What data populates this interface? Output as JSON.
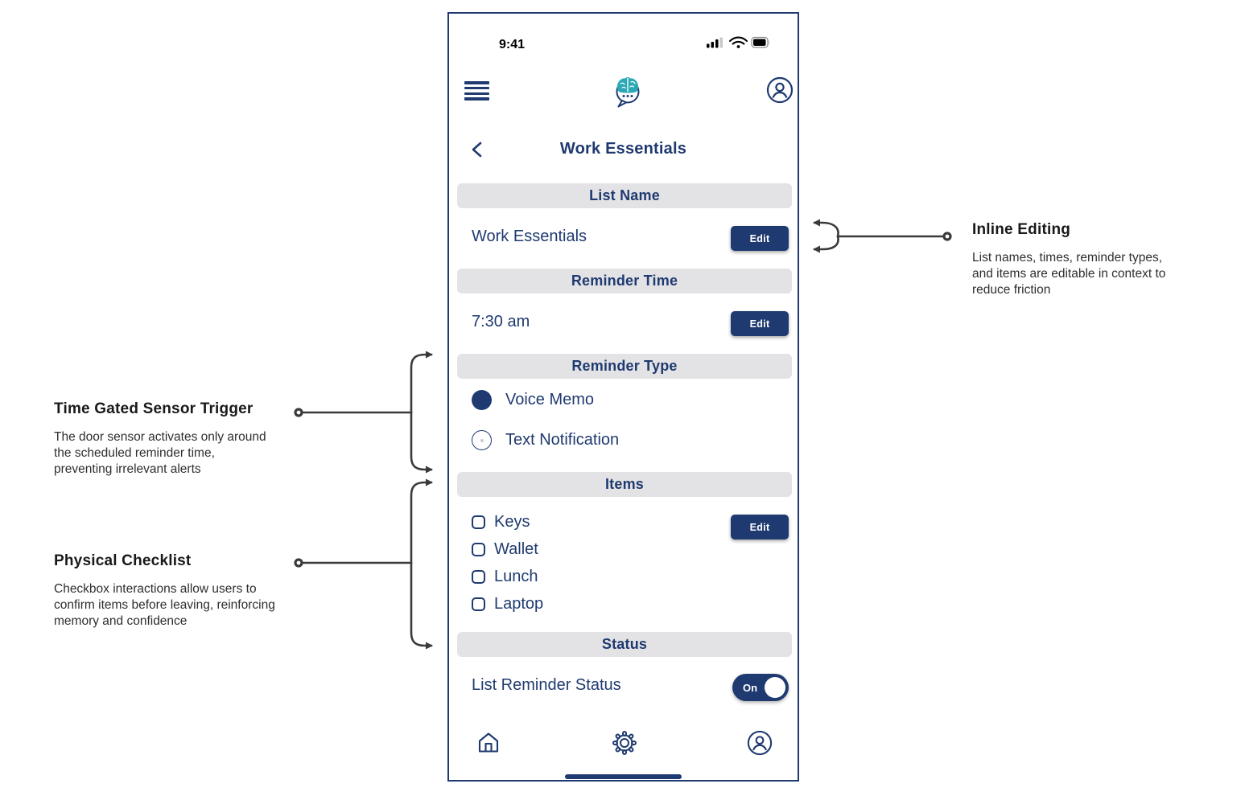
{
  "phone": {
    "status_time": "9:41",
    "title": "Work Essentials",
    "sections": {
      "list_name": {
        "header": "List Name",
        "value": "Work Essentials",
        "edit_label": "Edit"
      },
      "reminder_time": {
        "header": "Reminder Time",
        "value": "7:30 am",
        "edit_label": "Edit"
      },
      "reminder_type": {
        "header": "Reminder Type",
        "options": [
          {
            "label": "Voice Memo",
            "selected": true
          },
          {
            "label": "Text Notification",
            "selected": false
          }
        ]
      },
      "items": {
        "header": "Items",
        "edit_label": "Edit",
        "list": [
          "Keys",
          "Wallet",
          "Lunch",
          "Laptop"
        ]
      },
      "status": {
        "header": "Status",
        "label": "List Reminder Status",
        "toggle_state": "On"
      }
    },
    "icons": {
      "top_bar": [
        "hamburger-menu-icon",
        "brain-chat-logo-icon",
        "profile-icon"
      ],
      "status_bar": [
        "cellular-signal-icon",
        "wifi-icon",
        "battery-icon"
      ],
      "bottom_nav": [
        "home-icon",
        "settings-gear-icon",
        "profile-icon"
      ]
    }
  },
  "annotations": {
    "inline_editing": {
      "title": "Inline Editing",
      "body": "List names, times, reminder types, and items are editable in context to reduce friction"
    },
    "time_gated": {
      "title": "Time Gated Sensor Trigger",
      "body": "The door sensor activates only around the scheduled reminder time, preventing irrelevant alerts"
    },
    "physical_checklist": {
      "title": "Physical Checklist",
      "body": "Checkbox interactions allow users to confirm items before leaving, reinforcing memory and confidence"
    }
  },
  "colors": {
    "navy": "#1F3A70",
    "teal": "#2BA8B5",
    "section_bg": "#E3E3E5",
    "arrow": "#3A3A3C",
    "annotation_heading": "#191919",
    "annotation_body": "#2e2e2e"
  }
}
